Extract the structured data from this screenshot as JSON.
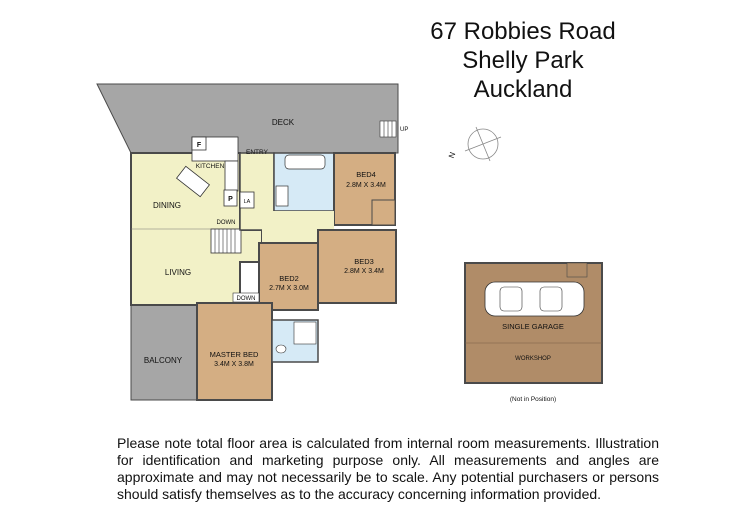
{
  "address": {
    "line1": "67 Robbies Road",
    "line2": "Shelly Park",
    "line3": "Auckland"
  },
  "rooms": {
    "deck": "DECK",
    "up": "UP",
    "entry": "ENTRY",
    "kitchen": "KITCHEN",
    "fridge": "F",
    "pantry": "P",
    "laundry": "LA",
    "dining": "DINING",
    "down_main": "DOWN",
    "living": "LIVING",
    "down_small": "DOWN",
    "balcony": "BALCONY",
    "bed4": {
      "name": "BED4",
      "size": "2.8M X 3.4M"
    },
    "bed3": {
      "name": "BED3",
      "size": "2.8M X 3.4M"
    },
    "bed2": {
      "name": "BED2",
      "size": "2.7M X 3.0M"
    },
    "master": {
      "name": "MASTER BED",
      "size": "3.4M X 3.8M"
    }
  },
  "compass": {
    "north": "N"
  },
  "garage": {
    "name": "SINGLE GARAGE",
    "workshop": "WORKSHOP",
    "note": "(Not in Position)"
  },
  "disclaimer": "Please note total floor area is calculated from internal room measurements. Illustration for identification and marketing purpose only. All measurements and angles are approximate and may not necessarily be to scale. Any potential purchasers or persons should satisfy themselves as to the accuracy concerning information provided.",
  "colors": {
    "deck": "#a6a6a6",
    "living": "#f2f1c7",
    "bedroom": "#d4ae83",
    "bathroom": "#d6eaf6",
    "garage": "#b08c68",
    "wall": "#4a4a4a"
  }
}
